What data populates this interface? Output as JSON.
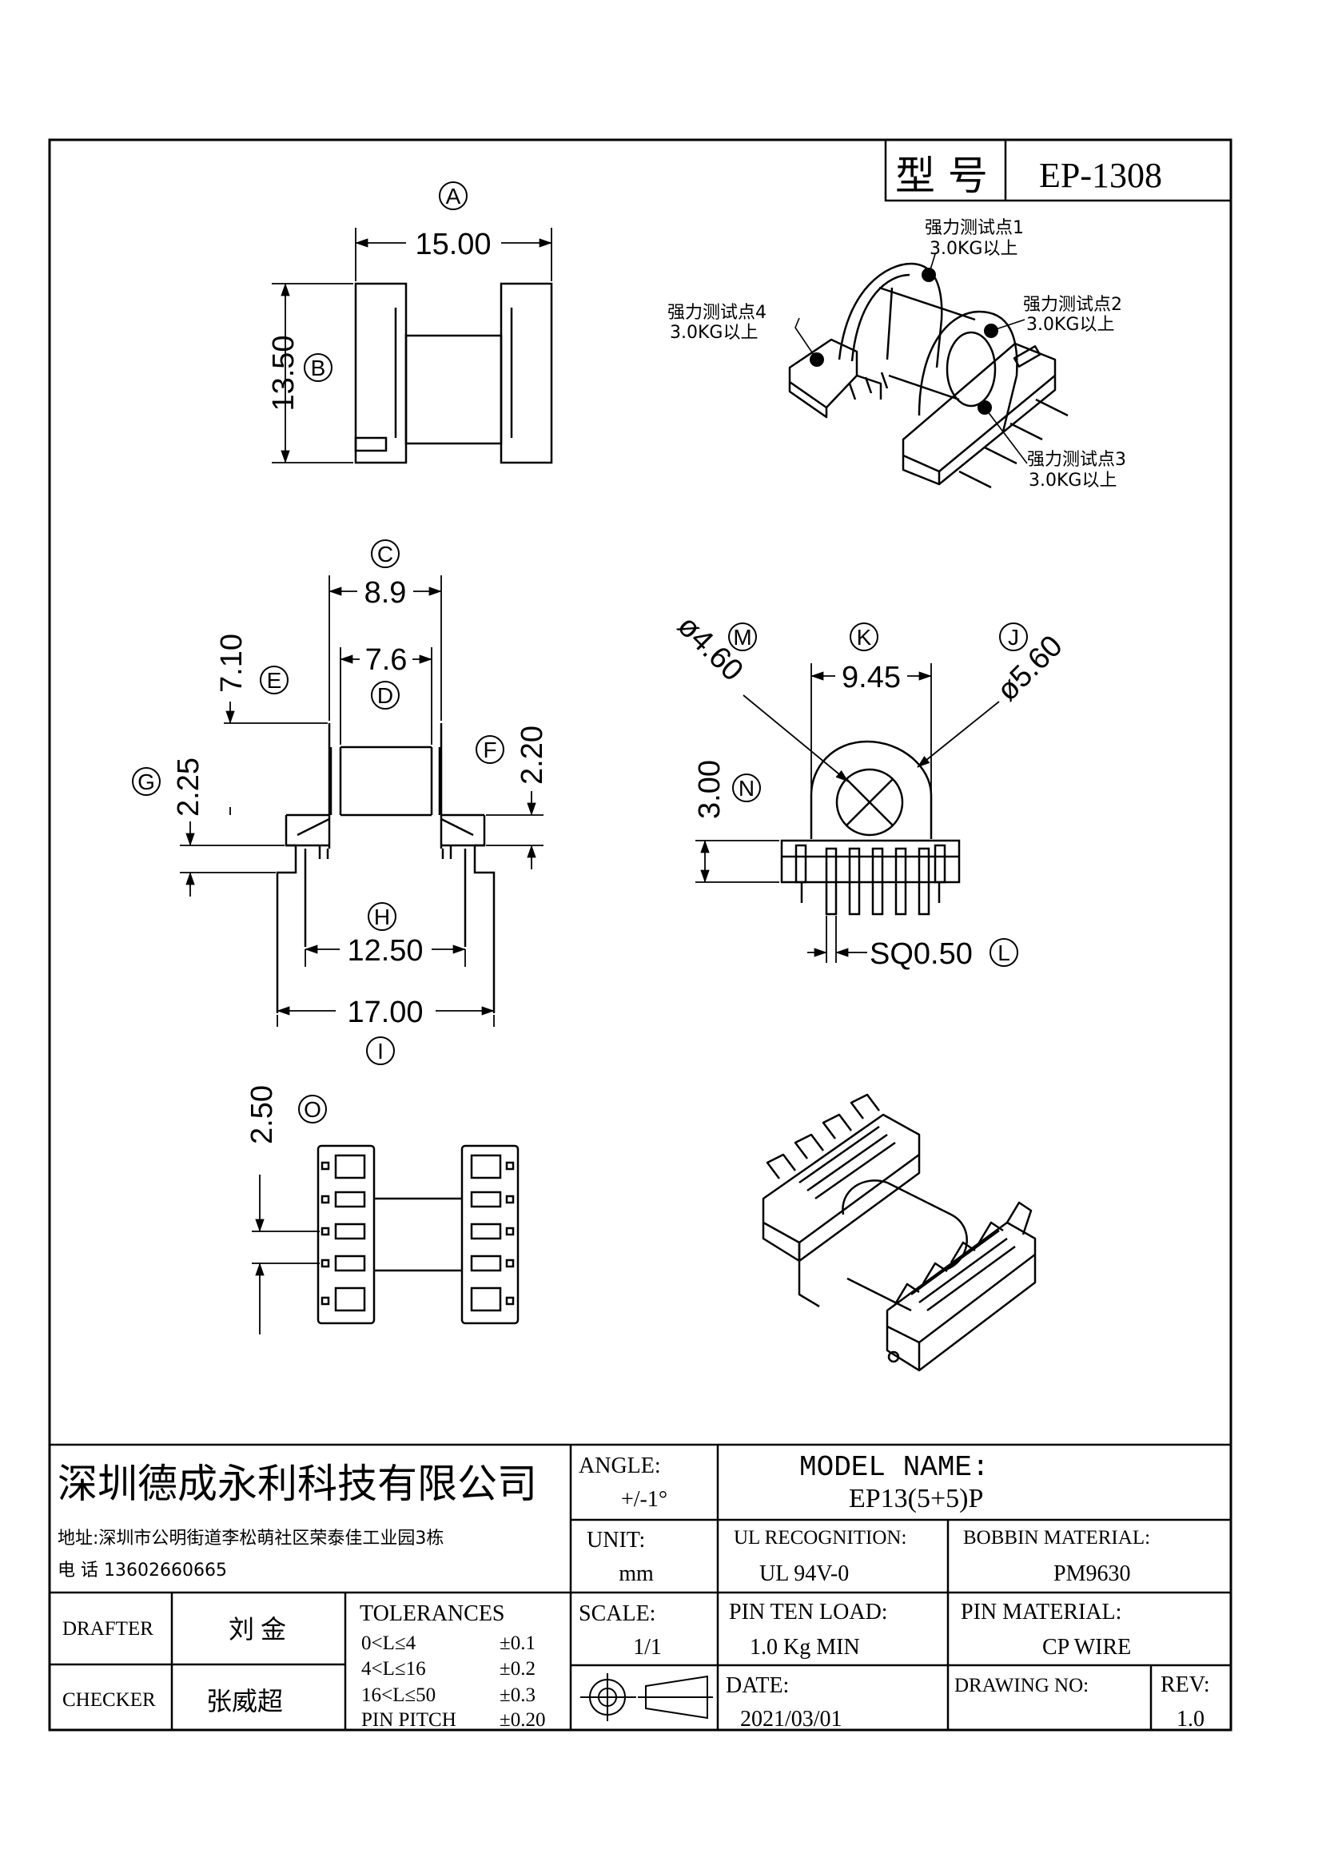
{
  "title_block": {
    "model_label": "型 号",
    "model_value": "EP-1308",
    "company_name": "深圳德成永利科技有限公司",
    "address": "地址:深圳市公明街道李松萌社区荣泰佳工业园3栋",
    "phone": "电 话 13602660665",
    "angle_label": "ANGLE:",
    "angle_value": "+/-1°",
    "model_name_label": "MODEL NAME:",
    "model_name_value": "EP13(5+5)P",
    "unit_label": "UNIT:",
    "unit_value": "mm",
    "ul_label": "UL RECOGNITION:",
    "ul_value": "UL 94V-0",
    "bobbin_label": "BOBBIN MATERIAL:",
    "bobbin_value": "PM9630",
    "drafter_label": "DRAFTER",
    "drafter_value": "刘 金",
    "checker_label": "CHECKER",
    "checker_value": "张威超",
    "tolerances_label": "TOLERANCES",
    "tolerances": [
      {
        "range": "0<L≤4",
        "value": "±0.1"
      },
      {
        "range": "4<L≤16",
        "value": "±0.2"
      },
      {
        "range": "16<L≤50",
        "value": "±0.3"
      },
      {
        "range": "PIN PITCH",
        "value": "±0.20"
      }
    ],
    "scale_label": "SCALE:",
    "scale_value": "1/1",
    "pin_load_label": "PIN TEN LOAD:",
    "pin_load_value": "1.0 Kg MIN",
    "pin_material_label": "PIN MATERIAL:",
    "pin_material_value": "CP WIRE",
    "date_label": "DATE:",
    "date_value": "2021/03/01",
    "drawing_no_label": "DRAWING NO:",
    "drawing_no_value": "",
    "rev_label": "REV:",
    "rev_value": "1.0"
  },
  "dimensions": {
    "A": "15.00",
    "B": "13.50",
    "C": "8.9",
    "D": "7.6",
    "E": "7.10",
    "F": "2.20",
    "G": "2.25",
    "H": "12.50",
    "I": "17.00",
    "J": "ø5.60",
    "K": "9.45",
    "M": "ø4.60",
    "N": "3.00",
    "L": "SQ0.50",
    "O": "2.50"
  },
  "markers": {
    "A": "A",
    "B": "B",
    "C": "C",
    "D": "D",
    "E": "E",
    "F": "F",
    "G": "G",
    "H": "H",
    "I": "I",
    "J": "J",
    "K": "K",
    "L": "L",
    "M": "M",
    "N": "N",
    "O": "O"
  },
  "test_points": [
    {
      "label": "强力测试点1",
      "load": "3.0KG以上"
    },
    {
      "label": "强力测试点2",
      "load": "3.0KG以上"
    },
    {
      "label": "强力测试点3",
      "load": "3.0KG以上"
    },
    {
      "label": "强力测试点4",
      "load": "3.0KG以上"
    }
  ]
}
